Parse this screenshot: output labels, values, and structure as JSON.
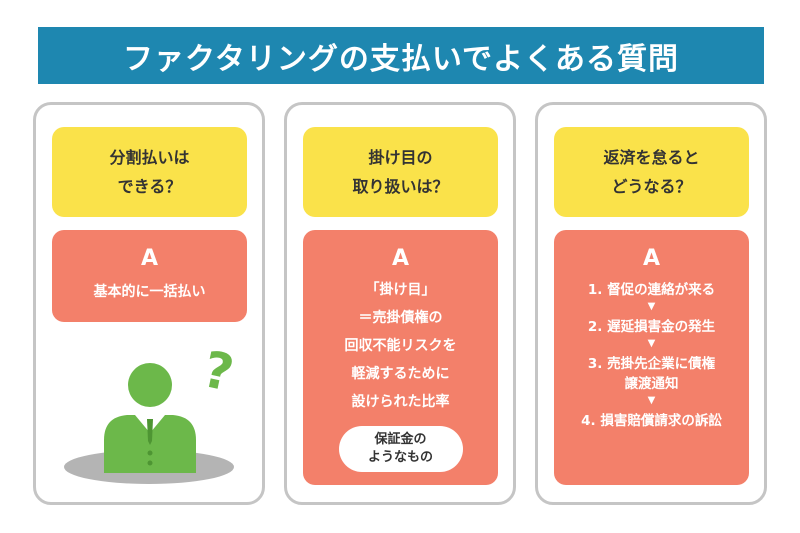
{
  "title": "ファクタリングの支払いでよくある質問",
  "colors": {
    "title_bg": "#1e87b0",
    "question_bg": "#fae24a",
    "answer_bg": "#f3806a",
    "figure": "#6cb84a",
    "shadow": "#b4b4b4",
    "question_mark": "#6cb84a"
  },
  "cards": [
    {
      "question": [
        "分割払いは",
        "できる？"
      ],
      "answer_letter": "A",
      "answer": [
        "基本的に一括払い"
      ]
    },
    {
      "question": [
        "掛け目の",
        "取り扱いは？"
      ],
      "answer_letter": "A",
      "answer": [
        "「掛け目」",
        "＝売掛債権の",
        "回収不能リスクを",
        "軽減するために",
        "設けられた比率"
      ],
      "pill": [
        "保証金の",
        "ようなもの"
      ]
    },
    {
      "question": [
        "返済を怠ると",
        "どうなる？"
      ],
      "answer_letter": "A",
      "steps": [
        "1. 督促の連絡が来る",
        "2. 遅延損害金の発生",
        "3. 売掛先企業に債権\n譲渡通知",
        "4. 損害賠償請求の訴訟"
      ],
      "arrow_icon": "down-arrow-icon"
    }
  ],
  "illustration": {
    "icon": "thinking-person-icon",
    "mark": "?"
  }
}
